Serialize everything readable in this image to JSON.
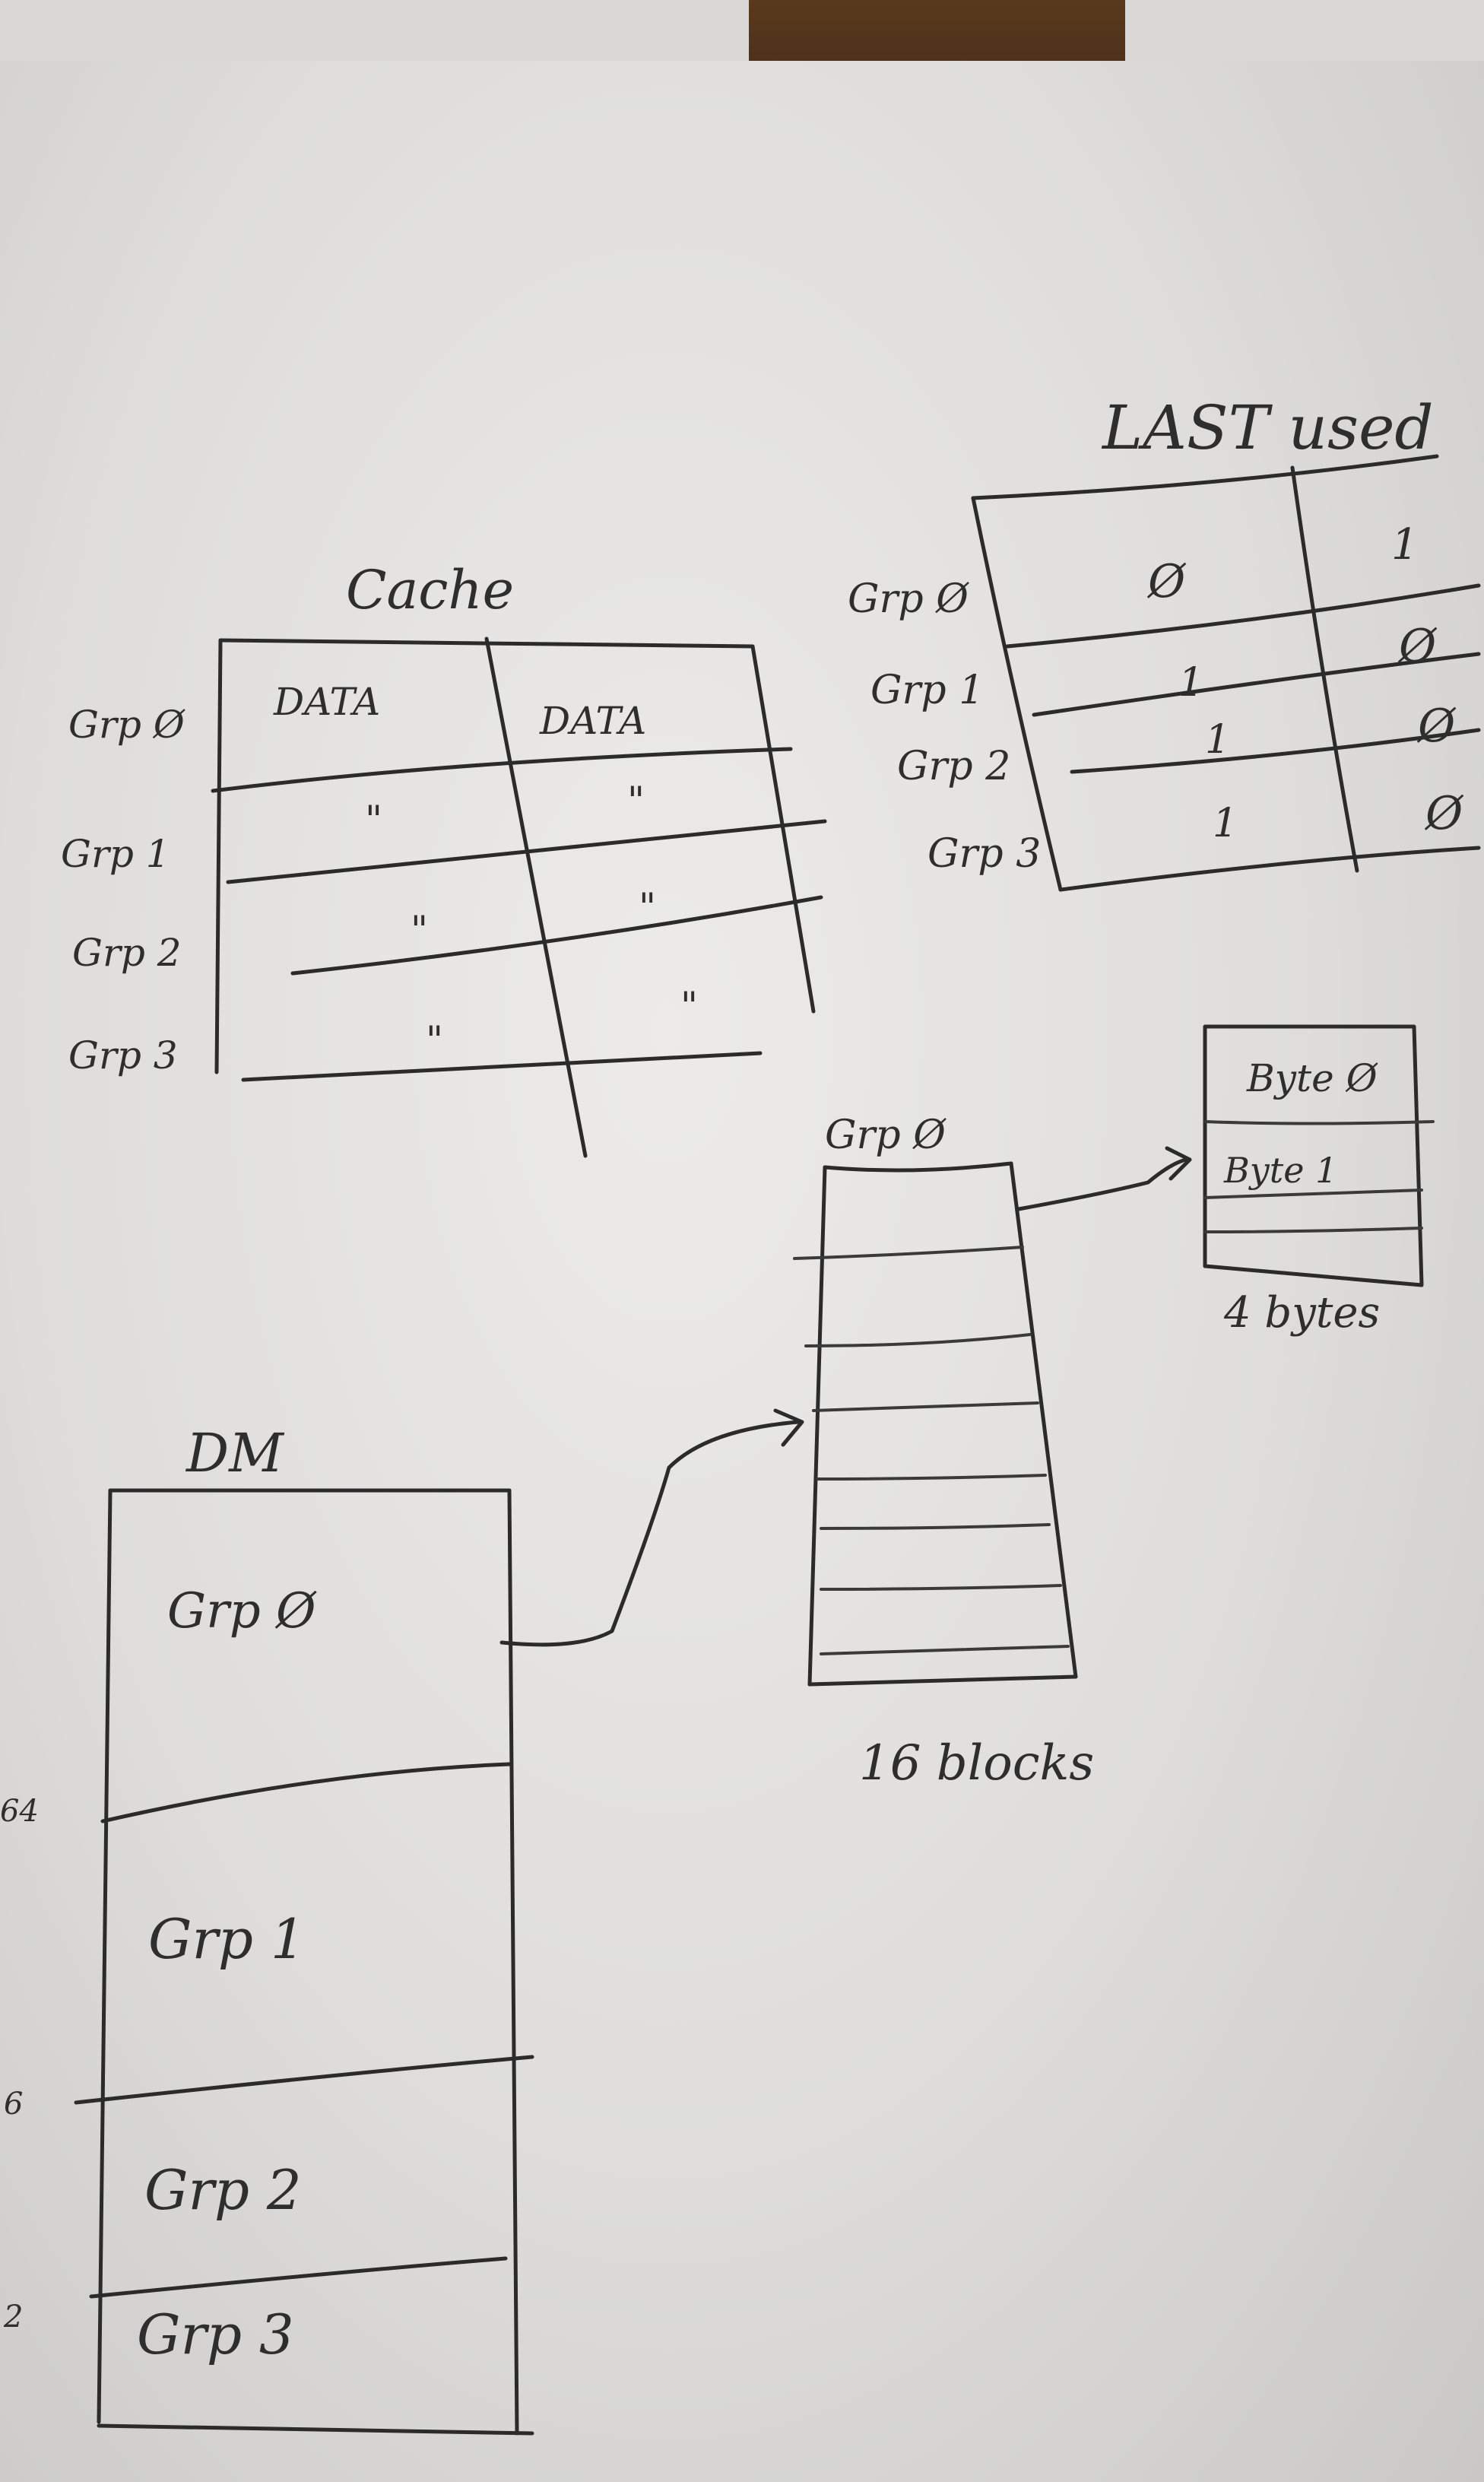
{
  "cache": {
    "title": "Cache",
    "rows": [
      "Grp Ø",
      "Grp 1",
      "Grp 2",
      "Grp 3"
    ],
    "cells": [
      [
        "DATA",
        "DATA"
      ],
      [
        "\"",
        "\""
      ],
      [
        "\"",
        "\""
      ],
      [
        "\"",
        "\""
      ]
    ]
  },
  "lru": {
    "title": "LAST used",
    "rows": [
      "Grp Ø",
      "Grp 1",
      "Grp 2",
      "Grp 3"
    ],
    "cells": [
      [
        "Ø",
        "1"
      ],
      [
        "1",
        "Ø"
      ],
      [
        "1",
        "Ø"
      ],
      [
        "1",
        "Ø"
      ]
    ]
  },
  "block": {
    "label": "Grp Ø",
    "caption": "16 blocks"
  },
  "bytes": {
    "rows": [
      "Byte Ø",
      "Byte 1"
    ],
    "caption": "4 bytes"
  },
  "dm": {
    "title": "DM",
    "groups": [
      "Grp Ø",
      "Grp 1",
      "Grp 2",
      "Grp 3"
    ],
    "addresses": [
      "64",
      "6",
      "2"
    ]
  }
}
